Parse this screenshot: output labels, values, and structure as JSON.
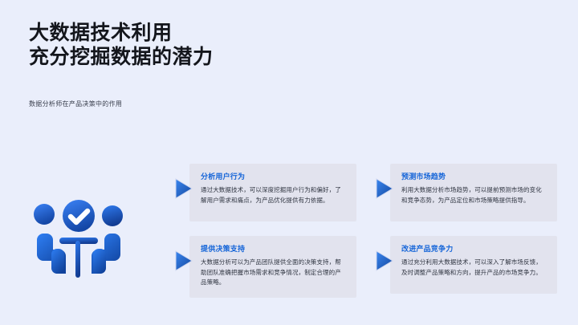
{
  "slide": {
    "background_color": "#eaeefb",
    "accent_color": "#1565d8",
    "panel_color": "#e2e3ee"
  },
  "header": {
    "title_line_1": "大数据技术利用",
    "title_line_2": "充分挖掘数据的潜力",
    "subtitle": "数据分析师在产品决策中的作用"
  },
  "illustration": {
    "name": "team-with-check-badge-illustration"
  },
  "cards": [
    {
      "marker": "arrow-right",
      "title": "分析用户行为",
      "body": "通过大数据技术，可以深度挖掘用户行为和偏好，了解用户需求和痛点，为产品优化提供有力依据。"
    },
    {
      "marker": "arrow-right",
      "title": "预测市场趋势",
      "body": "利用大数据分析市场趋势，可以提前预测市场的变化和竞争态势，为产品定位和市场策略提供指导。"
    },
    {
      "marker": "arrow-right",
      "title": "提供决策支持",
      "body": "大数据分析可以为产品团队提供全面的决策支持，帮助团队准确把握市场需求和竞争情况，制定合理的产品策略。"
    },
    {
      "marker": "arrow-right",
      "title": "改进产品竞争力",
      "body": "通过充分利用大数据技术，可以深入了解市场反馈，及时调整产品策略和方向，提升产品的市场竞争力。"
    }
  ]
}
